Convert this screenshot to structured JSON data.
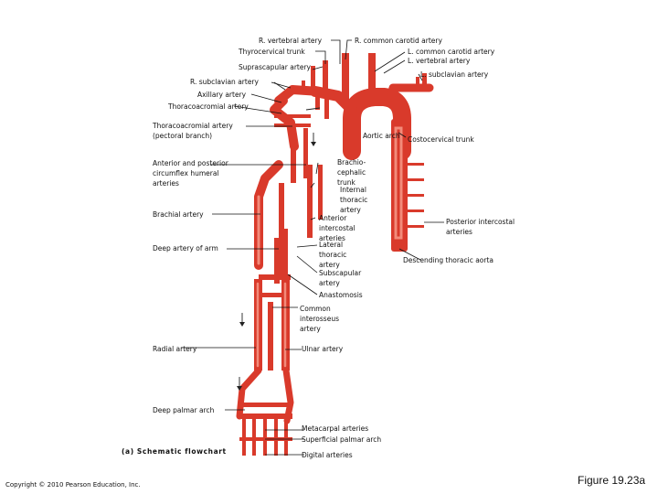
{
  "labels": {
    "r_vertebral": "R. vertebral artery",
    "thyrocervical": "Thyrocervical trunk",
    "suprascapular": "Suprascapular artery",
    "r_subclavian": "R. subclavian artery",
    "axillary": "Axillary artery",
    "thoracoacromial": "Thoracoacromial artery",
    "thoracoacromial_pec_1": "Thoracoacromial artery",
    "thoracoacromial_pec_2": "(pectoral branch)",
    "circumflex_1": "Anterior and posterior",
    "circumflex_2": "circumflex humeral",
    "circumflex_3": "arteries",
    "brachial": "Brachial artery",
    "deep_arm": "Deep artery of arm",
    "radial": "Radial artery",
    "deep_palmar": "Deep palmar arch",
    "r_common_carotid": "R. common carotid artery",
    "l_common_carotid": "L. common carotid artery",
    "l_vertebral": "L. vertebral artery",
    "l_subclavian": "L. subclavian artery",
    "aortic_arch": "Aortic arch",
    "costocervical": "Costocervical trunk",
    "brachio_1": "Brachio-",
    "brachio_2": "cephalic",
    "brachio_3": "trunk",
    "internal_thoracic_1": "Internal",
    "internal_thoracic_2": "thoracic",
    "internal_thoracic_3": "artery",
    "anterior_intercostal_1": "Anterior",
    "anterior_intercostal_2": "intercostal",
    "anterior_intercostal_3": "arteries",
    "lateral_thoracic_1": "Lateral",
    "lateral_thoracic_2": "thoracic",
    "lateral_thoracic_3": "artery",
    "subscapular_1": "Subscapular",
    "subscapular_2": "artery",
    "anastomosis": "Anastomosis",
    "posterior_intercostal_1": "Posterior intercostal",
    "posterior_intercostal_2": "arteries",
    "descending_aorta": "Descending thoracic aorta",
    "common_interosseous_1": "Common",
    "common_interosseous_2": "interosseus",
    "common_interosseous_3": "artery",
    "ulnar": "Ulnar artery",
    "metacarpal": "Metacarpal arteries",
    "superficial_palmar": "Superficial palmar arch",
    "digital": "Digital arteries"
  },
  "caption": "(a) Schematic flowchart",
  "copyright": "Copyright © 2010 Pearson Education, Inc.",
  "figure_number": "Figure 19.23a",
  "colors": {
    "artery": "#d93a2b",
    "highlight": "#f28b7a",
    "leader": "#111111"
  }
}
